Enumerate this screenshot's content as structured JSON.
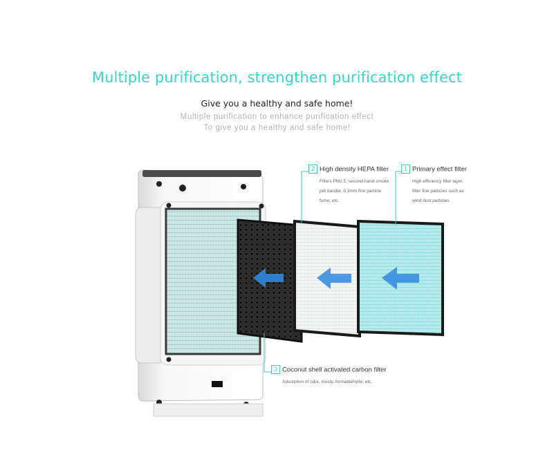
{
  "header": {
    "headline": "Multiple purification, strengthen purification effect",
    "subheading": "Give you a healthy and safe home!",
    "desc_line1": "Multiple purification to enhance purification effect",
    "desc_line2": "To give you a healthy and safe home!"
  },
  "filters": [
    {
      "number": "1",
      "title": "Primary effect filter",
      "body": [
        "High-efficiency filter layer,",
        "filter fine particles such as",
        "wind dust particles."
      ]
    },
    {
      "number": "2",
      "title": "High density HEPA filter",
      "body": [
        "Filters PM2.5, second-hand smoke",
        "pet dander, 0.3mm fine particle",
        "fume, etc."
      ]
    },
    {
      "number": "3",
      "title": "Coconut shell activated carbon filter",
      "body": [
        "Adsorption of odor, musty, formaldehyde, etc."
      ]
    }
  ],
  "colors": {
    "accent": "#39d3c8",
    "arrow": "#2f88e0"
  },
  "icons": [
    "airflow-arrow-icon"
  ]
}
